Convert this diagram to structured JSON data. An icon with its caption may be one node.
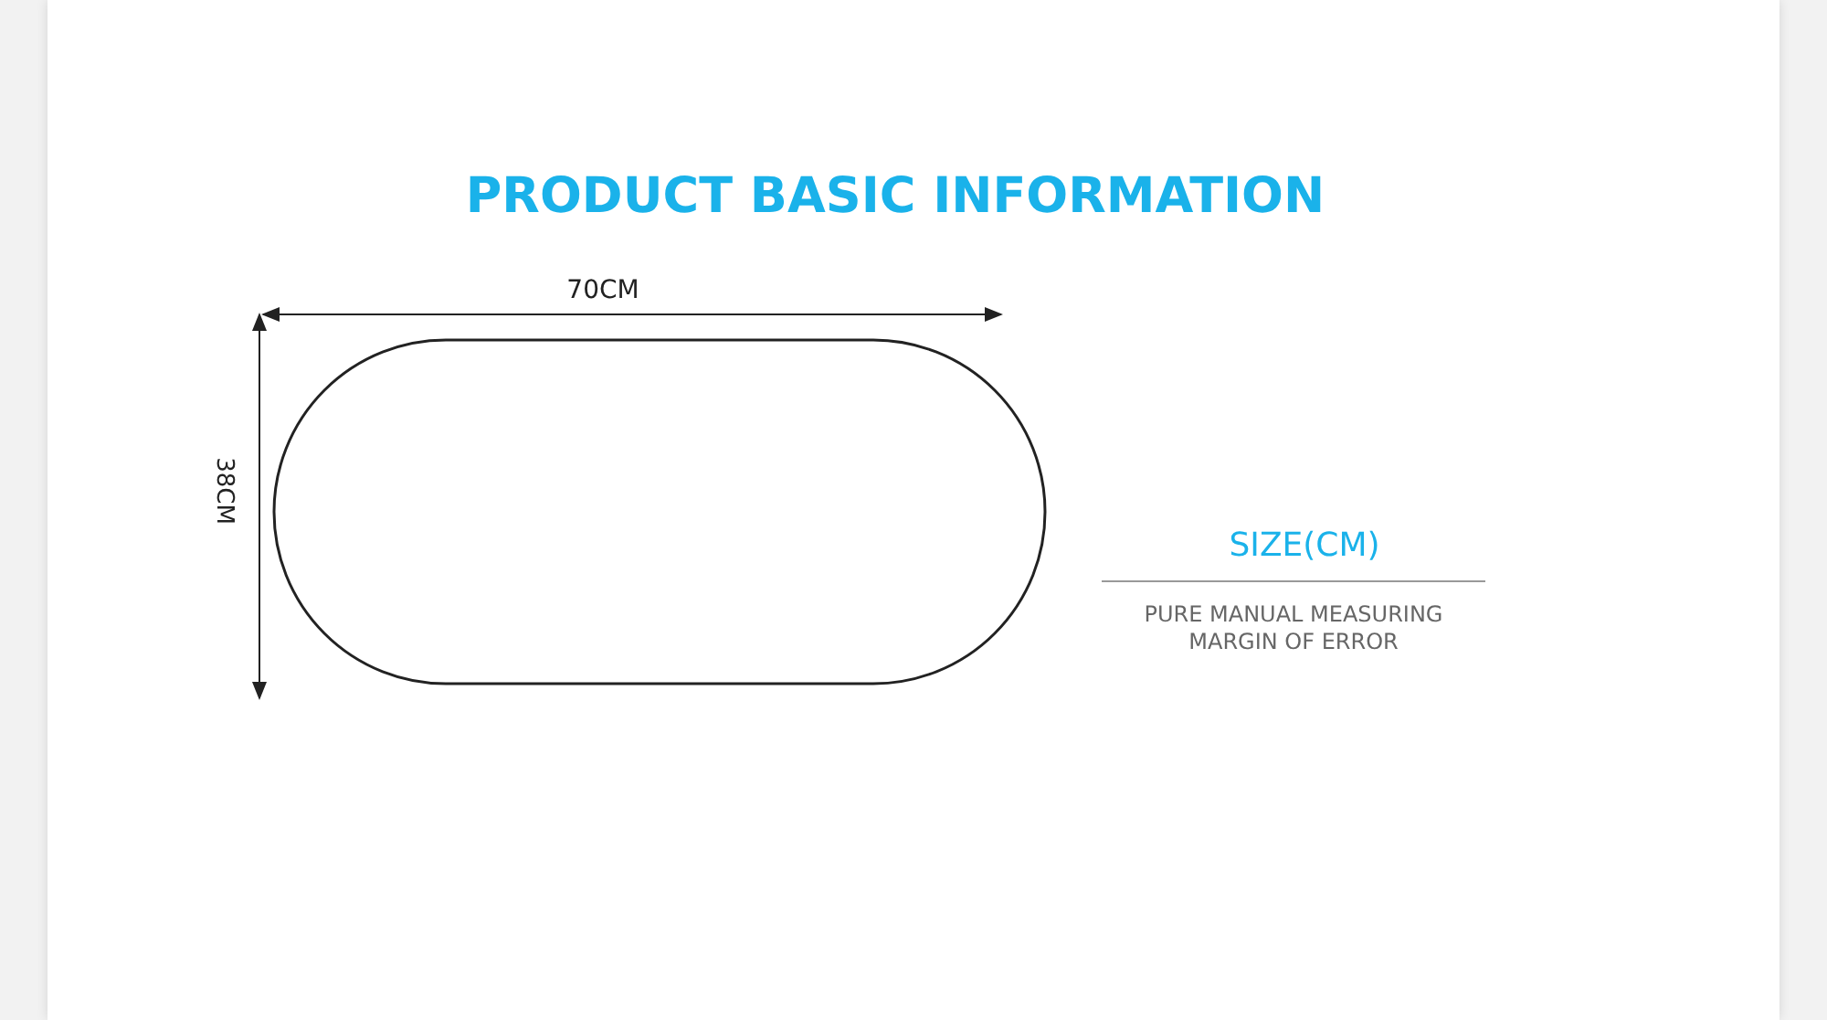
{
  "diagram": {
    "title": "PRODUCT BASIC INFORMATION",
    "labels": [
      "70CM",
      "38CM",
      "SIZE(CM)",
      "PURE MANUAL MEASURING MARGIN OF ERROR"
    ]
  }
}
